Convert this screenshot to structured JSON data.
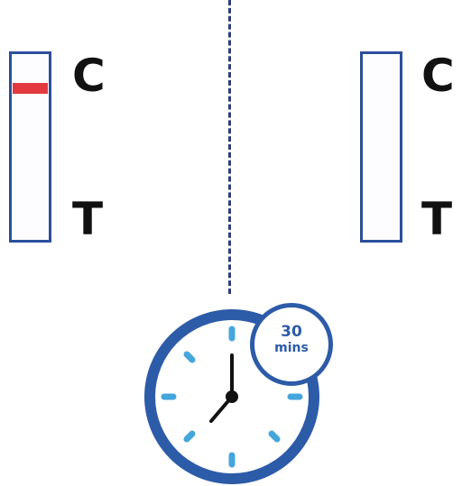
{
  "test_strips": [
    {
      "control_label": "C",
      "test_label": "T",
      "control_line_visible": true
    },
    {
      "control_label": "C",
      "test_label": "T",
      "control_line_visible": false
    }
  ],
  "timer": {
    "value": "30",
    "unit": "mins",
    "icon": "clock-icon"
  },
  "colors": {
    "strip_border": "#2c4f9c",
    "control_line": "#e23a3f",
    "divider": "#2f3e78",
    "clock_rim": "#2c5ba8",
    "clock_ticks": "#45a6dc",
    "clock_hands": "#111111"
  }
}
